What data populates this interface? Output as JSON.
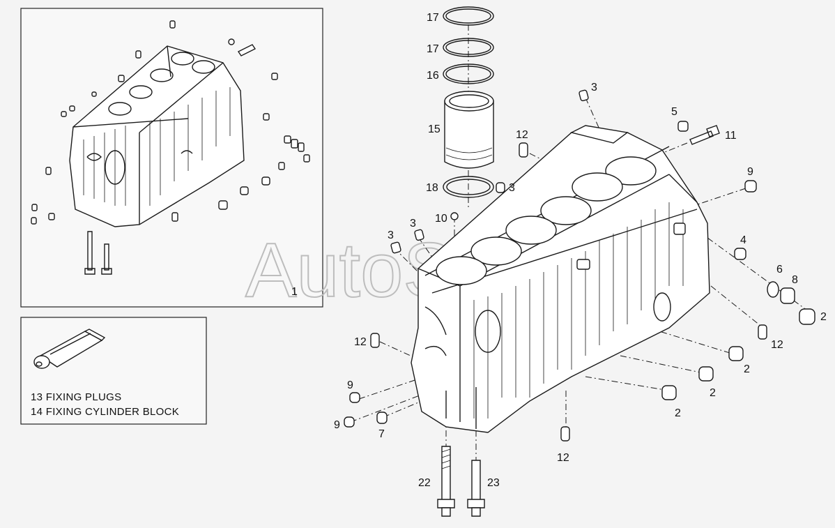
{
  "watermark": "AutoSoft",
  "callouts": {
    "c1": "1",
    "c2a": "2",
    "c2b": "2",
    "c2c": "2",
    "c2d": "2",
    "c3a": "3",
    "c3b": "3",
    "c3c": "3",
    "c3d": "3",
    "c4": "4",
    "c5": "5",
    "c6": "6",
    "c7": "7",
    "c8": "8",
    "c9a": "9",
    "c9b": "9",
    "c9c": "9",
    "c10": "10",
    "c11": "11",
    "c12a": "12",
    "c12b": "12",
    "c12c": "12",
    "c12d": "12",
    "c15": "15",
    "c16": "16",
    "c17a": "17",
    "c17b": "17",
    "c18": "18",
    "c22": "22",
    "c23": "23"
  },
  "legend": {
    "item13": "13  FIXING PLUGS",
    "item14": "14  FIXING CYLINDER BLOCK"
  }
}
